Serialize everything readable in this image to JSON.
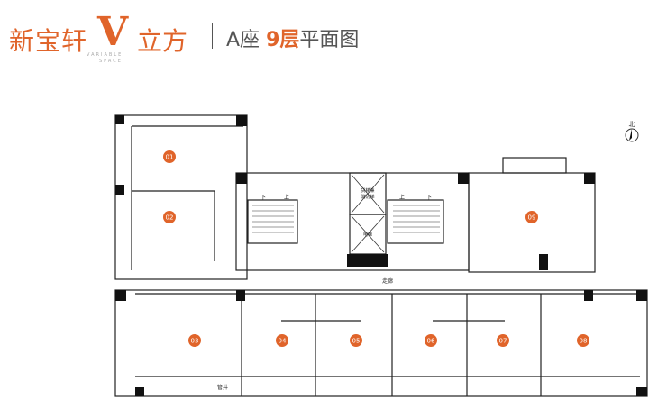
{
  "brand": {
    "name_part1": "新宝轩",
    "v_mark": "V",
    "name_part2": "立方",
    "sub_line1": "VARIABLE",
    "sub_line2": "SPACE"
  },
  "heading": {
    "building": "A座",
    "floor": "9层",
    "plan_label": "平面图"
  },
  "compass": {
    "label": "北"
  },
  "units": [
    "01",
    "02",
    "03",
    "04",
    "05",
    "06",
    "07",
    "08",
    "09"
  ],
  "stairs": {
    "left_down": "下",
    "left_up": "上",
    "right_up": "上",
    "right_down": "下"
  },
  "elevator_labels": {
    "lift_1_line1": "货梯兼",
    "lift_1_line2": "消防梯",
    "lift_2": "电梯"
  },
  "corridor": "走廊",
  "bottom_label": "管井",
  "colors": {
    "accent": "#e0642a",
    "wall": "#111111",
    "line": "#333333"
  }
}
